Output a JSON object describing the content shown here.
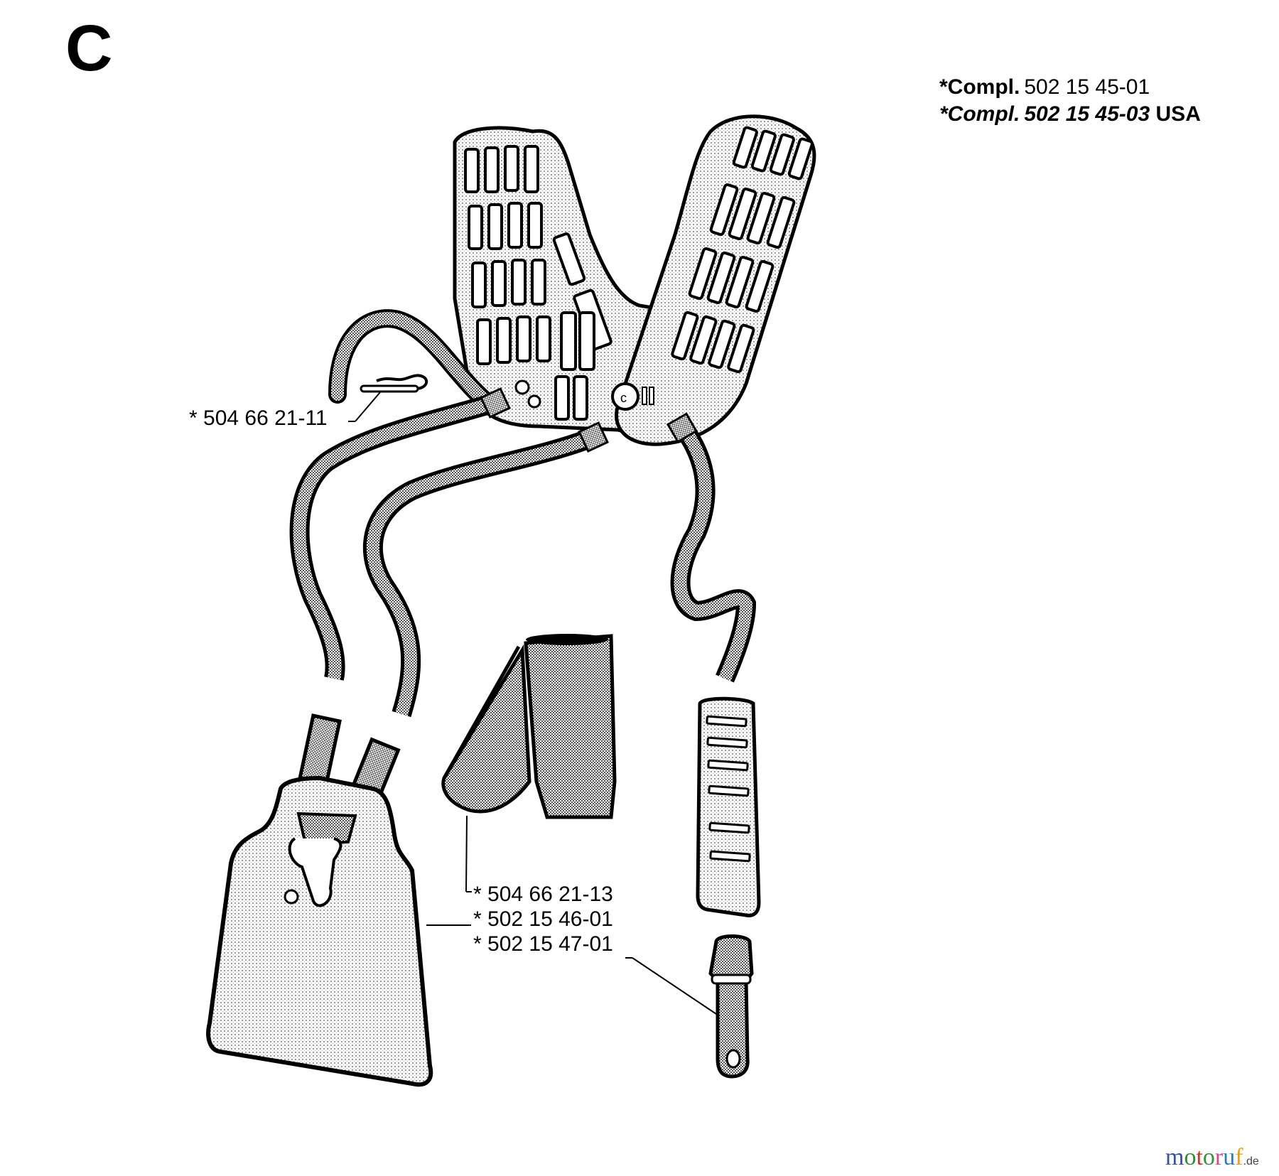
{
  "section": {
    "letter": "C"
  },
  "complete_assemblies": [
    {
      "prefix": "*Compl.",
      "part_number": "502 15 45-01",
      "suffix": ""
    },
    {
      "prefix": "*Compl.",
      "part_number": "502 15 45-03",
      "suffix": "USA"
    }
  ],
  "parts": [
    {
      "id": "clip-pin",
      "label": "* 504 66 21-11"
    },
    {
      "id": "hip-pad",
      "label": "* 504 66 21-13"
    },
    {
      "id": "back-plate",
      "label": "* 502 15 46-01"
    },
    {
      "id": "strap-end",
      "label": "* 502 15 47-01"
    }
  ],
  "watermark": {
    "letters": [
      {
        "ch": "m",
        "color": "#3b4fa6"
      },
      {
        "ch": "o",
        "color": "#2f8a3a"
      },
      {
        "ch": "t",
        "color": "#c0392b"
      },
      {
        "ch": "o",
        "color": "#3b8d3f"
      },
      {
        "ch": "r",
        "color": "#d04d8e"
      },
      {
        "ch": "u",
        "color": "#2a7ab8"
      },
      {
        "ch": "f",
        "color": "#e3a21a"
      }
    ],
    "tld": ".de"
  },
  "colors": {
    "ink": "#000000",
    "hatch": "#8a8a8a",
    "light_fill": "#d9d9d9",
    "paper": "#ffffff"
  }
}
